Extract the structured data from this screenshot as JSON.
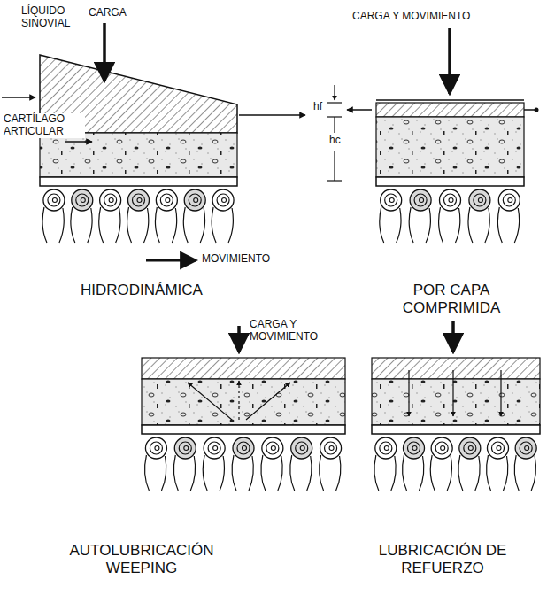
{
  "diagram": {
    "labels": [
      "LÍQUIDO SINOVIAL",
      "CARGA",
      "CARTÍLAGO ARTICULAR",
      "MOVIMIENTO",
      "HIDRODINÁMICA",
      "CARGA Y MOVIMIENTO",
      "hf",
      "hc",
      "POR CAPA COMPRIMIDA",
      "CARGA Y MOVIMIENTO",
      "AUTOLUBRICACIÓN WEEPING",
      "LUBRICACIÓN DE REFUERZO"
    ]
  }
}
